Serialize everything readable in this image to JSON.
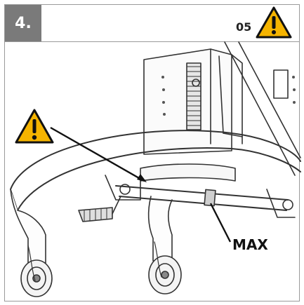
{
  "header": {
    "step_number": "4.",
    "code": "05"
  },
  "labels": {
    "max": "MAX"
  },
  "icons": {
    "warning": "warning-triangle-icon"
  },
  "colors": {
    "header_badge": "#7a7a7a",
    "warning_fill": "#f5b400",
    "warning_stroke": "#111111",
    "line_art": "#333333"
  }
}
